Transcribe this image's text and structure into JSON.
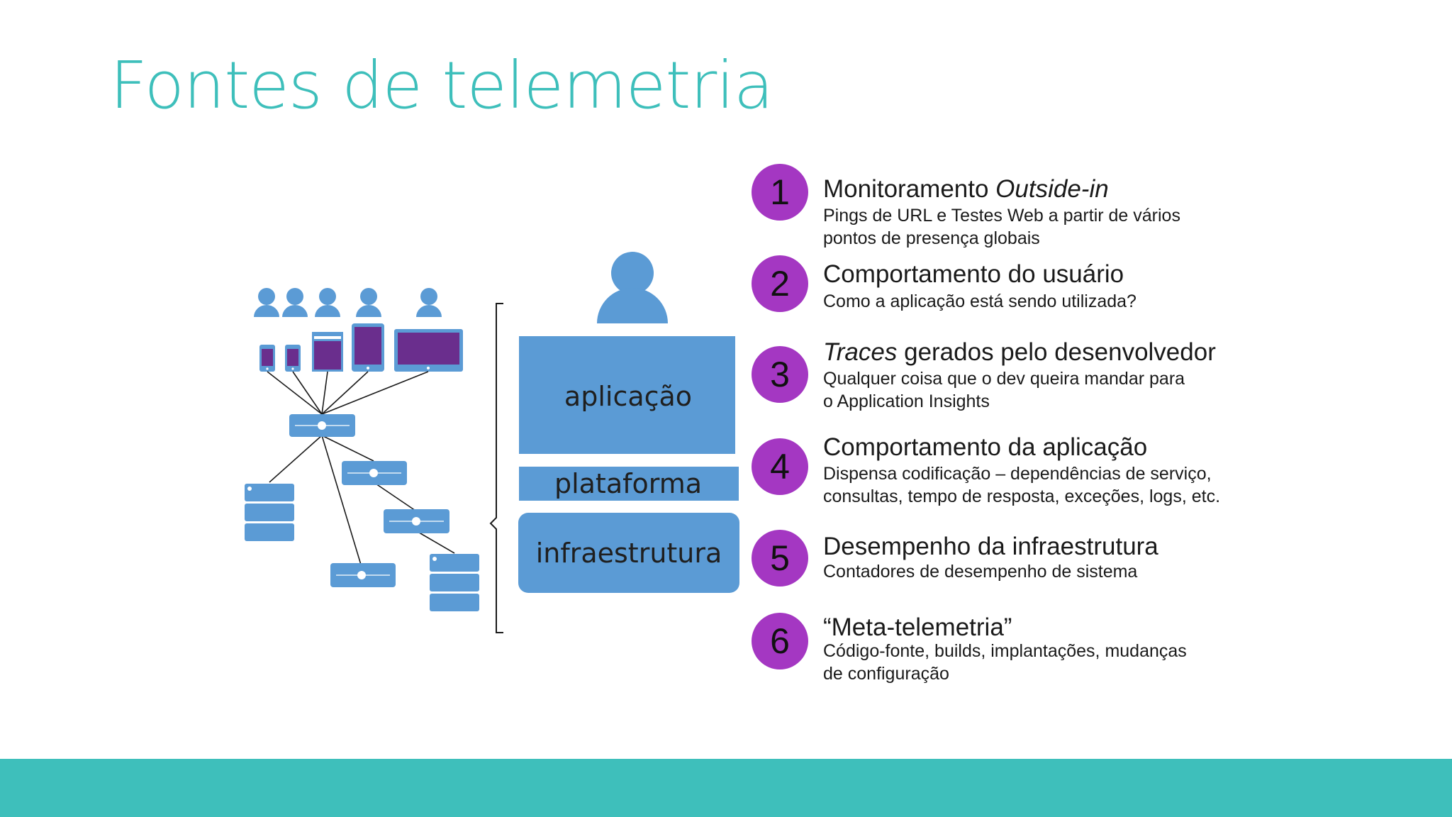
{
  "slide": {
    "title": "Fontes de telemetria"
  },
  "colors": {
    "title": "#3ebfbb",
    "accent_bar": "#3ebfbb",
    "diagram_blue": "#5b9bd5",
    "device_screen": "#6a2e8d",
    "badge": "#a437c2"
  },
  "stack": {
    "application": "aplicação",
    "platform": "plataforma",
    "infrastructure": "infraestrutura"
  },
  "items": [
    {
      "number": "1",
      "title_plain": "Monitoramento ",
      "title_em": "Outside-in",
      "desc_lines": [
        "Pings de URL e Testes Web a partir de vários",
        "pontos de presença globais"
      ]
    },
    {
      "number": "2",
      "title_plain": "Comportamento do usuário",
      "desc_lines": [
        "Como a aplicação está sendo utilizada?"
      ]
    },
    {
      "number": "3",
      "title_em": "Traces",
      "title_plain": " gerados pelo desenvolvedor",
      "desc_lines": [
        "Qualquer coisa que o dev queira mandar para",
        "o Application Insights"
      ]
    },
    {
      "number": "4",
      "title_plain": "Comportamento da aplicação",
      "desc_lines": [
        "Dispensa codificação – dependências de serviço,",
        "consultas, tempo de resposta, exceções, logs, etc."
      ]
    },
    {
      "number": "5",
      "title_plain": "Desempenho da infraestrutura",
      "desc_lines": [
        "Contadores de desempenho de sistema"
      ]
    },
    {
      "number": "6",
      "title_plain": "“Meta-telemetria”",
      "desc_lines": [
        "Código-fonte, builds, implantações, mudanças",
        "de configuração"
      ]
    }
  ]
}
